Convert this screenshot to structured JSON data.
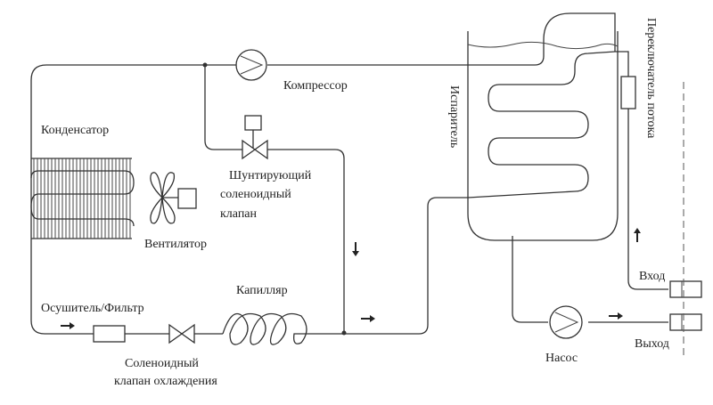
{
  "labels": {
    "compressor": "Компрессор",
    "condenser": "Конденсатор",
    "fan": "Вентилятор",
    "bypass_valve_1": "Шунтирующий",
    "bypass_valve_2": "соленоидный",
    "bypass_valve_3": "клапан",
    "capillary": "Капилляр",
    "drier_filter": "Осушитель/Фильтр",
    "cooling_valve_1": "Соленоидный",
    "cooling_valve_2": "клапан охлаждения",
    "evaporator": "Испаритель",
    "flow_switch": "Переключатель потока",
    "pump": "Насос",
    "inlet": "Вход",
    "outlet": "Выход"
  }
}
